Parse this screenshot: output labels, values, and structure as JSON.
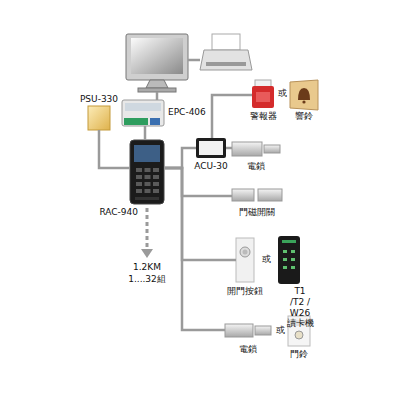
{
  "diagram": {
    "nodes": [
      {
        "text": [
          "PSU-330"
        ]
      },
      {
        "text": [
          "EPC-406"
        ]
      },
      {
        "text": [
          "RAC-940"
        ]
      },
      {
        "text": [
          "ACU-30"
        ]
      },
      {
        "text": [
          "警報器"
        ]
      },
      {
        "text": [
          "響鈴"
        ]
      },
      {
        "text": [
          "電鎖"
        ]
      },
      {
        "text": [
          "門磁開關"
        ]
      },
      {
        "text": [
          "開門按鈕"
        ]
      },
      {
        "text": [
          "T1 /T2 / W26 讀卡機"
        ]
      },
      {
        "text": [
          "電鎖"
        ]
      },
      {
        "text": [
          "門鈴"
        ]
      }
    ],
    "edges": [
      {
        "from": 0,
        "to": 2,
        "arrow": "none"
      },
      {
        "from": 1,
        "to": 2,
        "arrow": "none"
      },
      {
        "from": 2,
        "to": 3,
        "arrow": "none"
      },
      {
        "from": 3,
        "to": 4,
        "arrow": "none"
      },
      {
        "from": 3,
        "to": 6,
        "arrow": "none"
      },
      {
        "from": 2,
        "to": 7,
        "arrow": "none"
      },
      {
        "from": 2,
        "to": 8,
        "arrow": "none"
      },
      {
        "from": 2,
        "to": 10,
        "arrow": "none"
      }
    ],
    "labels": [
      "或",
      "或",
      "或",
      "1.2KM",
      "1....32組"
    ]
  }
}
